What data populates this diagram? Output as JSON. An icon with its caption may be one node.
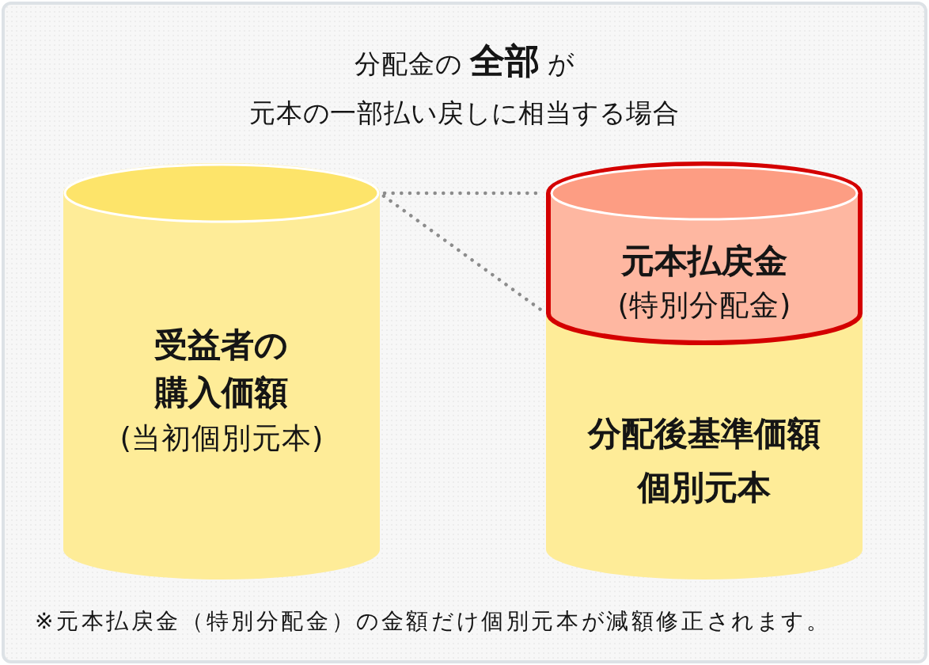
{
  "diagram": {
    "title": "分配金の **全部** が元本の一部払い戻しに相当する場合",
    "caption": "※元本払戻金（特別分配金）の金額だけ個別元本が減額修正されます。",
    "nodes": [
      {
        "text": [
          "受益者の購入価額",
          "(当初個別元本)"
        ]
      },
      {
        "text": [
          "元本払戻金",
          "(特別分配金)"
        ]
      },
      {
        "text": [
          "分配後基準価額",
          "個別元本"
        ]
      }
    ],
    "edges": [
      {
        "from": 0,
        "to": 1,
        "arrow": "none",
        "style": "dashed"
      },
      {
        "from": 0,
        "to": 1,
        "arrow": "none",
        "style": "dashed"
      }
    ]
  }
}
